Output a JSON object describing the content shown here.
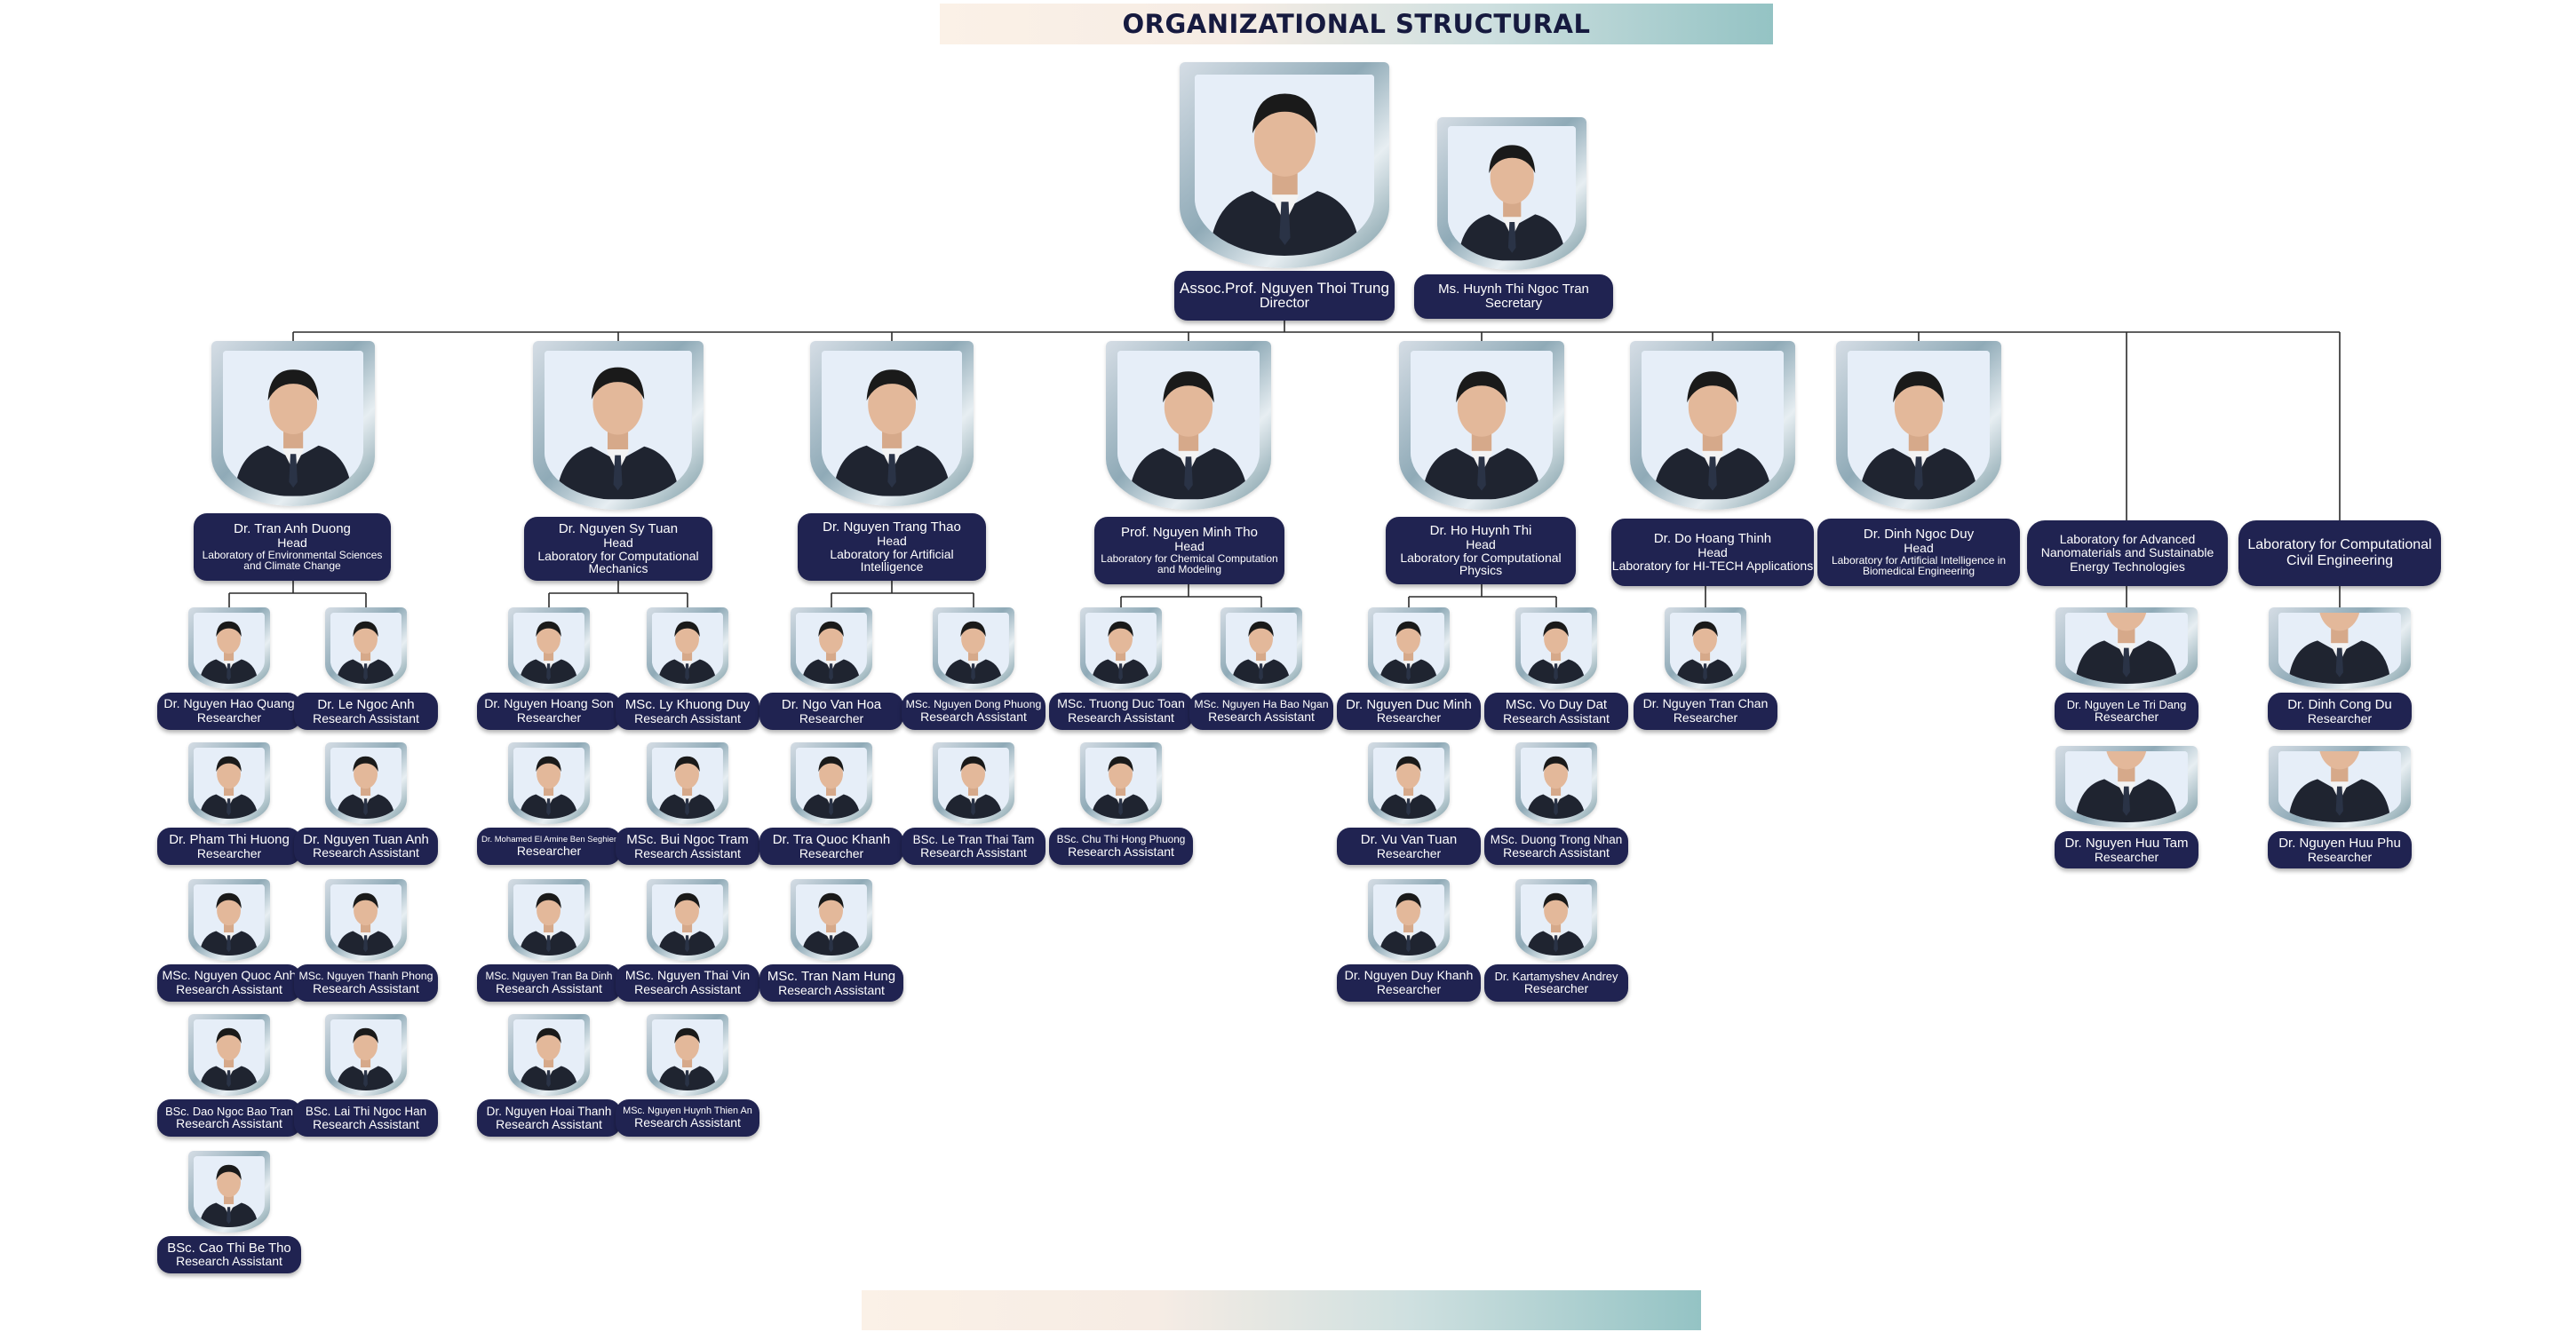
{
  "title": "ORGANIZATIONAL STRUCTURAL",
  "colors": {
    "label_bg": "#202351",
    "label_text": "#ffffff",
    "frame": "#8faab7",
    "banner_start": "#fbf1e7",
    "banner_end": "#94c3c4"
  },
  "director": {
    "name": "Assoc.Prof. Nguyen Thoi Trung",
    "role": "Director"
  },
  "secretary": {
    "name": "Ms. Huynh Thi Ngoc Tran",
    "role": "Secretary"
  },
  "labs": [
    {
      "head": "Dr. Tran Anh Duong",
      "role": "Head",
      "lab": "Laboratory of Environmental Sciences and Climate Change",
      "members": [
        {
          "name": "Dr. Nguyen Hao Quang",
          "role": "Researcher"
        },
        {
          "name": "Dr. Le Ngoc Anh",
          "role": "Research Assistant"
        },
        {
          "name": "Dr. Pham Thi Huong",
          "role": "Researcher"
        },
        {
          "name": "Dr. Nguyen Tuan Anh",
          "role": "Research Assistant"
        },
        {
          "name": "MSc. Nguyen Quoc Anh",
          "role": "Research Assistant"
        },
        {
          "name": "MSc. Nguyen Thanh Phong",
          "role": "Research Assistant"
        },
        {
          "name": "BSc. Dao Ngoc Bao Tran",
          "role": "Research Assistant"
        },
        {
          "name": "BSc. Lai Thi Ngoc Han",
          "role": "Research Assistant"
        },
        {
          "name": "BSc. Cao Thi Be Tho",
          "role": "Research Assistant"
        }
      ]
    },
    {
      "head": "Dr. Nguyen Sy Tuan",
      "role": "Head",
      "lab": "Laboratory for Computational Mechanics",
      "members": [
        {
          "name": "Dr. Nguyen Hoang Son",
          "role": "Researcher"
        },
        {
          "name": "MSc. Ly Khuong Duy",
          "role": "Research Assistant"
        },
        {
          "name": "Dr. Mohamed El Amine Ben Seghier",
          "role": "Researcher"
        },
        {
          "name": "MSc. Bui Ngoc Tram",
          "role": "Research Assistant"
        },
        {
          "name": "MSc. Nguyen Tran Ba Dinh",
          "role": "Research Assistant"
        },
        {
          "name": "MSc. Nguyen Thai Vin",
          "role": "Research Assistant"
        },
        {
          "name": "Dr. Nguyen Hoai Thanh",
          "role": "Research Assistant"
        },
        {
          "name": "MSc. Nguyen Huynh Thien An",
          "role": "Research Assistant"
        }
      ]
    },
    {
      "head": "Dr. Nguyen Trang Thao",
      "role": "Head",
      "lab": "Laboratory for Artificial Intelligence",
      "members": [
        {
          "name": "Dr. Ngo Van Hoa",
          "role": "Researcher"
        },
        {
          "name": "MSc. Nguyen Dong Phuong",
          "role": "Research Assistant"
        },
        {
          "name": "Dr. Tra Quoc Khanh",
          "role": "Researcher"
        },
        {
          "name": "BSc. Le Tran Thai Tam",
          "role": "Research Assistant"
        },
        {
          "name": "MSc. Tran Nam Hung",
          "role": "Research Assistant"
        }
      ]
    },
    {
      "head": "Prof. Nguyen Minh Tho",
      "role": "Head",
      "lab": "Laboratory for Chemical Computation and Modeling",
      "members": [
        {
          "name": "MSc. Truong Duc Toan",
          "role": "Research Assistant"
        },
        {
          "name": "MSc. Nguyen Ha Bao Ngan",
          "role": "Research Assistant"
        },
        {
          "name": "BSc. Chu Thi Hong Phuong",
          "role": "Research Assistant"
        }
      ]
    },
    {
      "head": "Dr. Ho Huynh Thi",
      "role": "Head",
      "lab": "Laboratory for Computational Physics",
      "members": [
        {
          "name": "Dr. Nguyen Duc Minh",
          "role": "Researcher"
        },
        {
          "name": "MSc. Vo Duy Dat",
          "role": "Research Assistant"
        },
        {
          "name": "Dr. Vu Van Tuan",
          "role": "Researcher"
        },
        {
          "name": "MSc. Duong Trong Nhan",
          "role": "Research Assistant"
        },
        {
          "name": "Dr. Nguyen Duy Khanh",
          "role": "Researcher"
        },
        {
          "name": "Dr. Kartamyshev Andrey",
          "role": "Researcher"
        }
      ]
    },
    {
      "head": "Dr. Do Hoang Thinh",
      "role": "Head",
      "lab": "Laboratory for HI-TECH Applications",
      "members": [
        {
          "name": "Dr. Nguyen Tran Chan",
          "role": "Researcher"
        }
      ]
    },
    {
      "head": "Dr. Dinh Ngoc Duy",
      "role": "Head",
      "lab": "Laboratory for Artificial Intelligence in Biomedical Engineering",
      "members": []
    },
    {
      "lab": "Laboratory for Advanced Nanomaterials and Sustainable Energy Technologies",
      "members": [
        {
          "name": "Dr. Nguyen Le Tri Dang",
          "role": "Researcher"
        },
        {
          "name": "Dr. Nguyen Huu Tam",
          "role": "Researcher"
        }
      ]
    },
    {
      "lab": "Laboratory for Computational Civil Engineering",
      "members": [
        {
          "name": "Dr. Dinh Cong Du",
          "role": "Researcher"
        },
        {
          "name": "Dr. Nguyen Huu Phu",
          "role": "Researcher"
        }
      ]
    }
  ]
}
